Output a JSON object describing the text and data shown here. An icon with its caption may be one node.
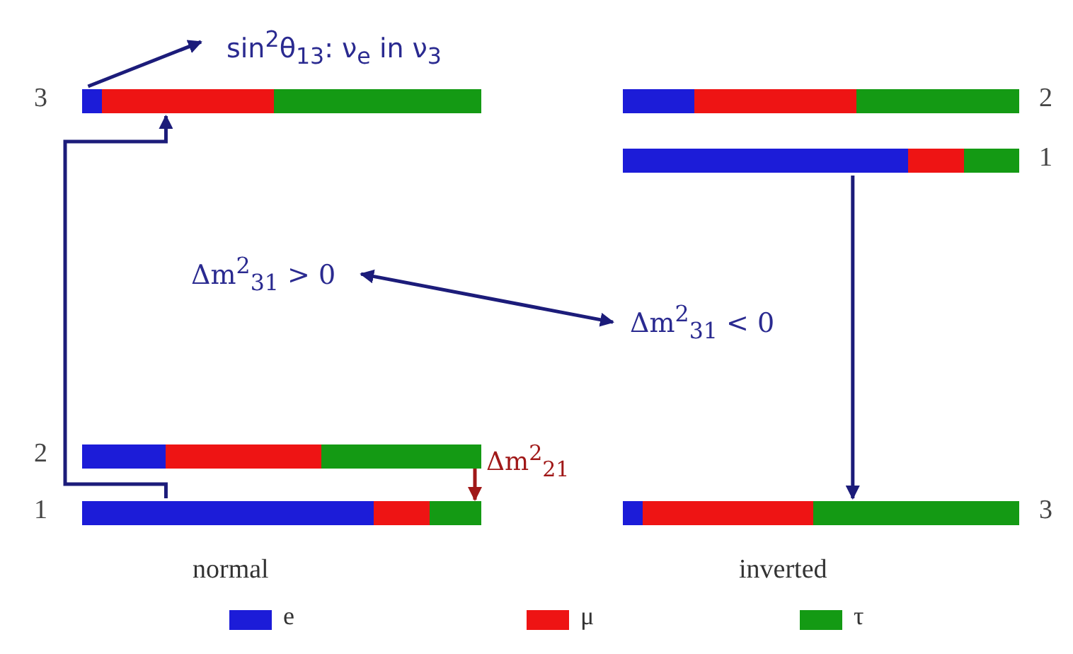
{
  "diagram": {
    "nodes": [
      {
        "text": [
          "sin$^{2}$θ$_{13}$: ν$_{e}$ in ν$_{3}$"
        ]
      },
      {
        "text": [],
        "shape": "bar",
        "beside": [
          "3"
        ]
      },
      {
        "text": [],
        "shape": "bar",
        "beside": [
          "2"
        ]
      },
      {
        "text": [],
        "shape": "bar",
        "beside": [
          "1"
        ]
      },
      {
        "text": [
          "Δm$^{2}$$_{31}$ > 0"
        ]
      },
      {
        "text": [
          "Δm$^{2}$$_{31}$ < 0"
        ]
      },
      {
        "text": [],
        "shape": "bar",
        "beside": [
          "2"
        ]
      },
      {
        "text": [],
        "shape": "bar",
        "beside": [
          "1"
        ]
      },
      {
        "text": [],
        "shape": "bar",
        "beside": [
          "3"
        ]
      }
    ],
    "edges": [
      {
        "from": 1,
        "to": 0,
        "arrow": "to"
      },
      {
        "from": 7,
        "to": 1,
        "arrow": "to"
      },
      {
        "from": 4,
        "to": 5,
        "arrow": "both"
      },
      {
        "from": 3,
        "to": 8,
        "arrow": "to"
      },
      {
        "from": 6,
        "to": 7,
        "arrow": "to",
        "label": "Δm$^{2}$$_{21}$",
        "color": "#a01818"
      }
    ],
    "labels": [
      "normal",
      "inverted"
    ],
    "legend": [
      {
        "text": "e",
        "color": "#1c1cd8"
      },
      {
        "text": "μ",
        "color": "#ee1414"
      },
      {
        "text": "τ",
        "color": "#149a14"
      }
    ]
  }
}
